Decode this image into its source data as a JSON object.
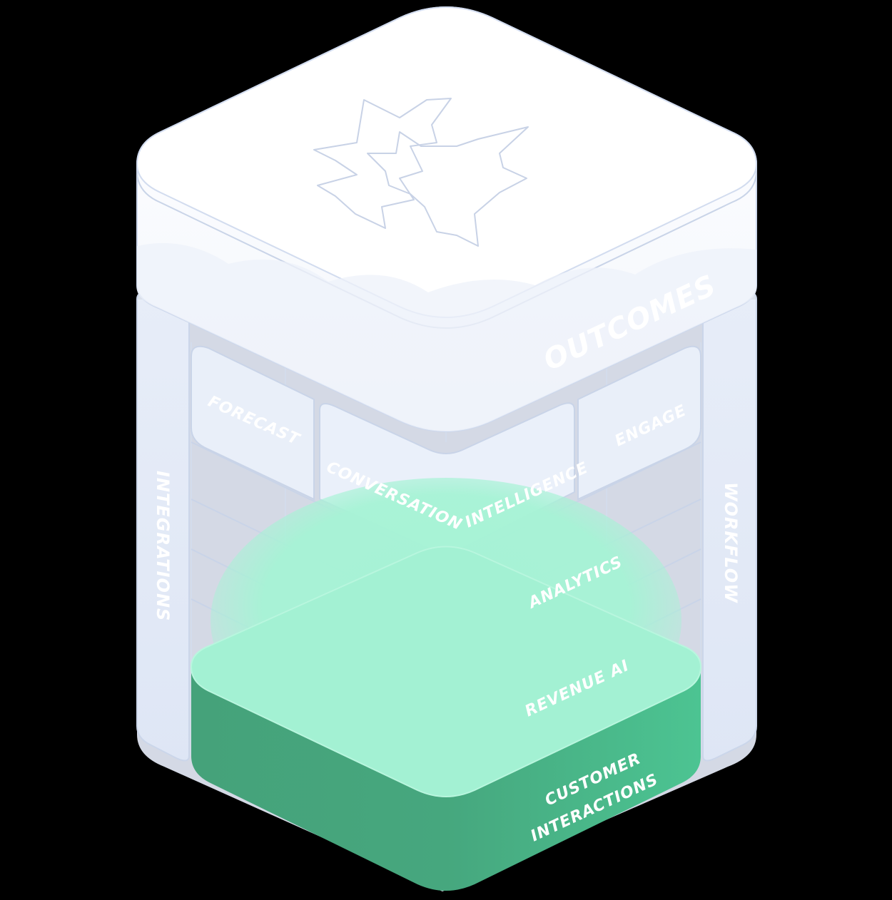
{
  "diagram": {
    "layers": {
      "top": "OUTCOMES",
      "left_pillar": "INTEGRATIONS",
      "right_pillar": "WORKFLOW",
      "forecast": "FORECAST",
      "engage": "ENGAGE",
      "conversation": "CONVERSATION",
      "intelligence": "INTELLIGENCE",
      "analytics": "ANALYTICS",
      "revenue_ai": "REVENUE AI",
      "base_line1": "CUSTOMER",
      "base_line2": "INTERACTIONS"
    },
    "top_icon": "star-burst-icon",
    "colors": {
      "background": "#000000",
      "translucent_block": "#e8eef9",
      "outline": "#c9d4e8",
      "glow_green": "#a6f3d5",
      "base_dark_green": "#45a27a",
      "base_green": "#4cc492"
    }
  }
}
